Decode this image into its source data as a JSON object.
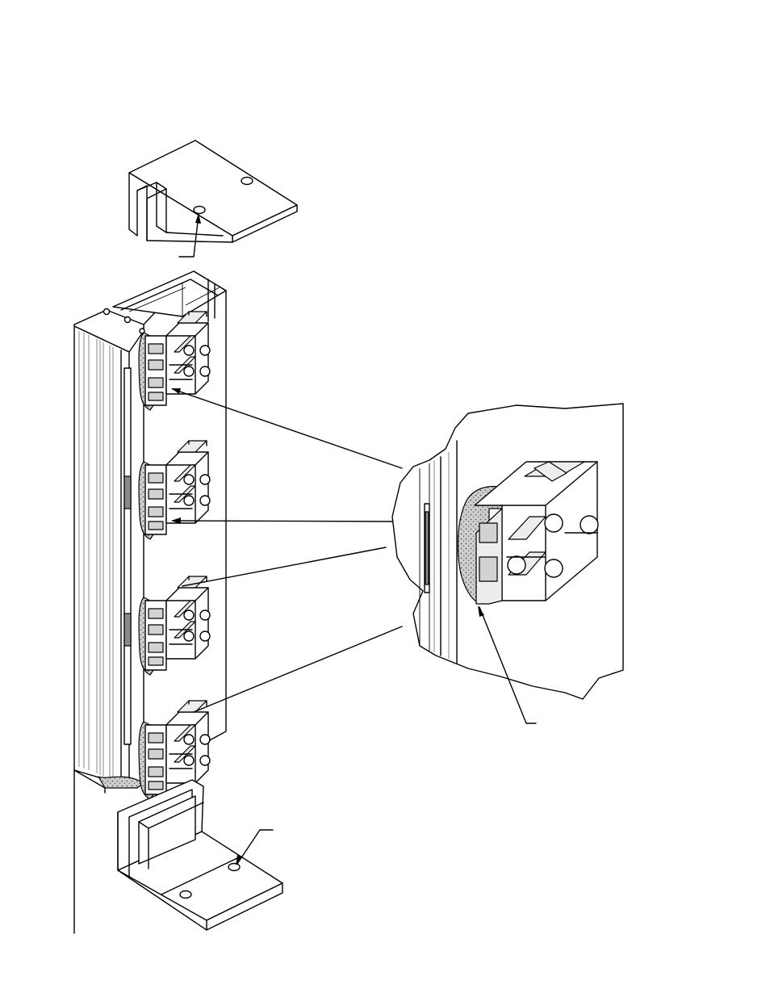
{
  "figure": {
    "title": "",
    "labels": []
  },
  "colors": {
    "line": "#000000",
    "background": "#ffffff",
    "shade": "#d2d2d2",
    "foam": "#9a9a9a"
  },
  "components": [
    "top-bracket",
    "fiber-adapter-panel",
    "sc-duplex-adapter",
    "foam-gasket",
    "bottom-bracket",
    "detail-view"
  ]
}
